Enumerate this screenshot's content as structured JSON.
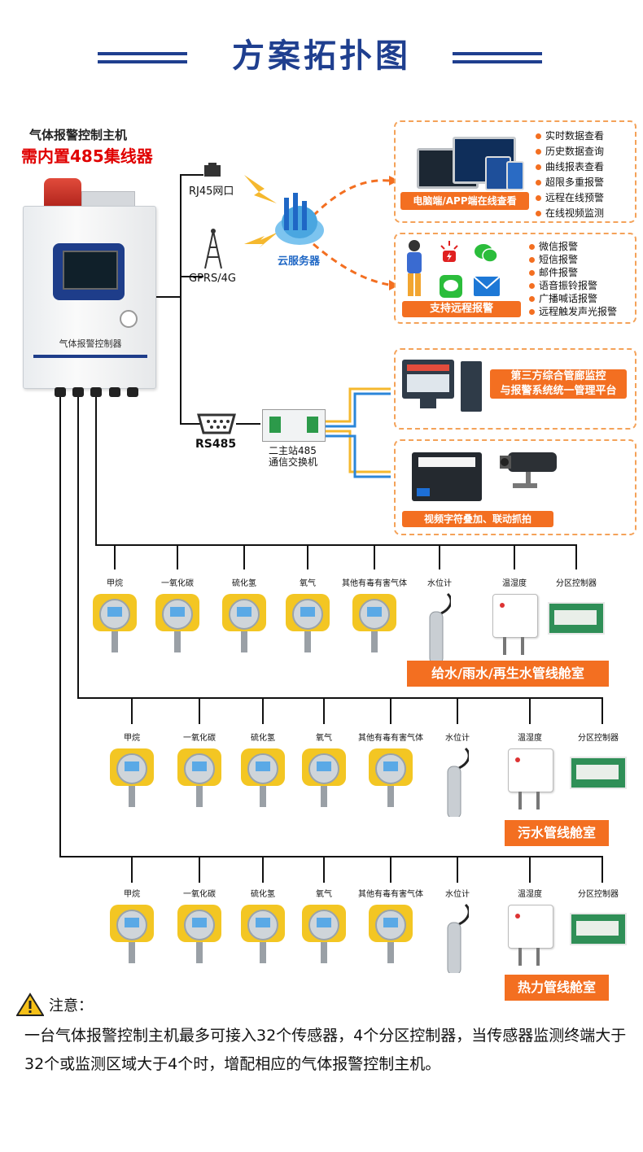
{
  "header": {
    "title": "方案拓扑图"
  },
  "host": {
    "title": "气体报警控制主机",
    "subtitle": "需内置485集线器",
    "cabinet_label": "气体报警控制器"
  },
  "network": {
    "rj45_label": "RJ45网口",
    "gprs_label": "GPRS/4G",
    "cloud_label": "云服务器",
    "rs485_label": "RS485",
    "switch_label_1": "二主站485",
    "switch_label_2": "通信交换机"
  },
  "panel_monitor": {
    "button": "电脑端/APP端在线查看",
    "features": [
      "实时数据查看",
      "历史数据查询",
      "曲线报表查看",
      "超限多重报警",
      "远程在线预警",
      "在线视频监测"
    ]
  },
  "panel_alarm": {
    "button": "支持远程报警",
    "features": [
      "微信报警",
      "短信报警",
      "邮件报警",
      "语音振铃报警",
      "广播喊话报警",
      "远程触发声光报警"
    ]
  },
  "panel_platform": {
    "line1": "第三方综合管廊监控",
    "line2": "与报警系统统一管理平台"
  },
  "panel_video": {
    "button": "视频字符叠加、联动抓拍"
  },
  "rows": [
    {
      "room": "给水/雨水/再生水管线舱室",
      "devices": [
        "甲烷",
        "一氧化碳",
        "硫化氢",
        "氧气",
        "其他有毒有害气体",
        "水位计",
        "温湿度",
        "分区控制器"
      ]
    },
    {
      "room": "污水管线舱室",
      "devices": [
        "甲烷",
        "一氧化碳",
        "硫化氢",
        "氧气",
        "其他有毒有害气体",
        "水位计",
        "温湿度",
        "分区控制器"
      ]
    },
    {
      "room": "热力管线舱室",
      "devices": [
        "甲烷",
        "一氧化碳",
        "硫化氢",
        "氧气",
        "其他有毒有害气体",
        "水位计",
        "温湿度",
        "分区控制器"
      ]
    }
  ],
  "note": {
    "heading": "注意：",
    "body": "一台气体报警控制主机最多可接入32个传感器，4个分区控制器，当传感器监测终端大于32个或监测区域大于4个时，增配相应的气体报警控制主机。"
  },
  "colors": {
    "brand_blue": "#1f3f8f",
    "accent_orange": "#f36f21",
    "alert_red": "#e00000"
  }
}
